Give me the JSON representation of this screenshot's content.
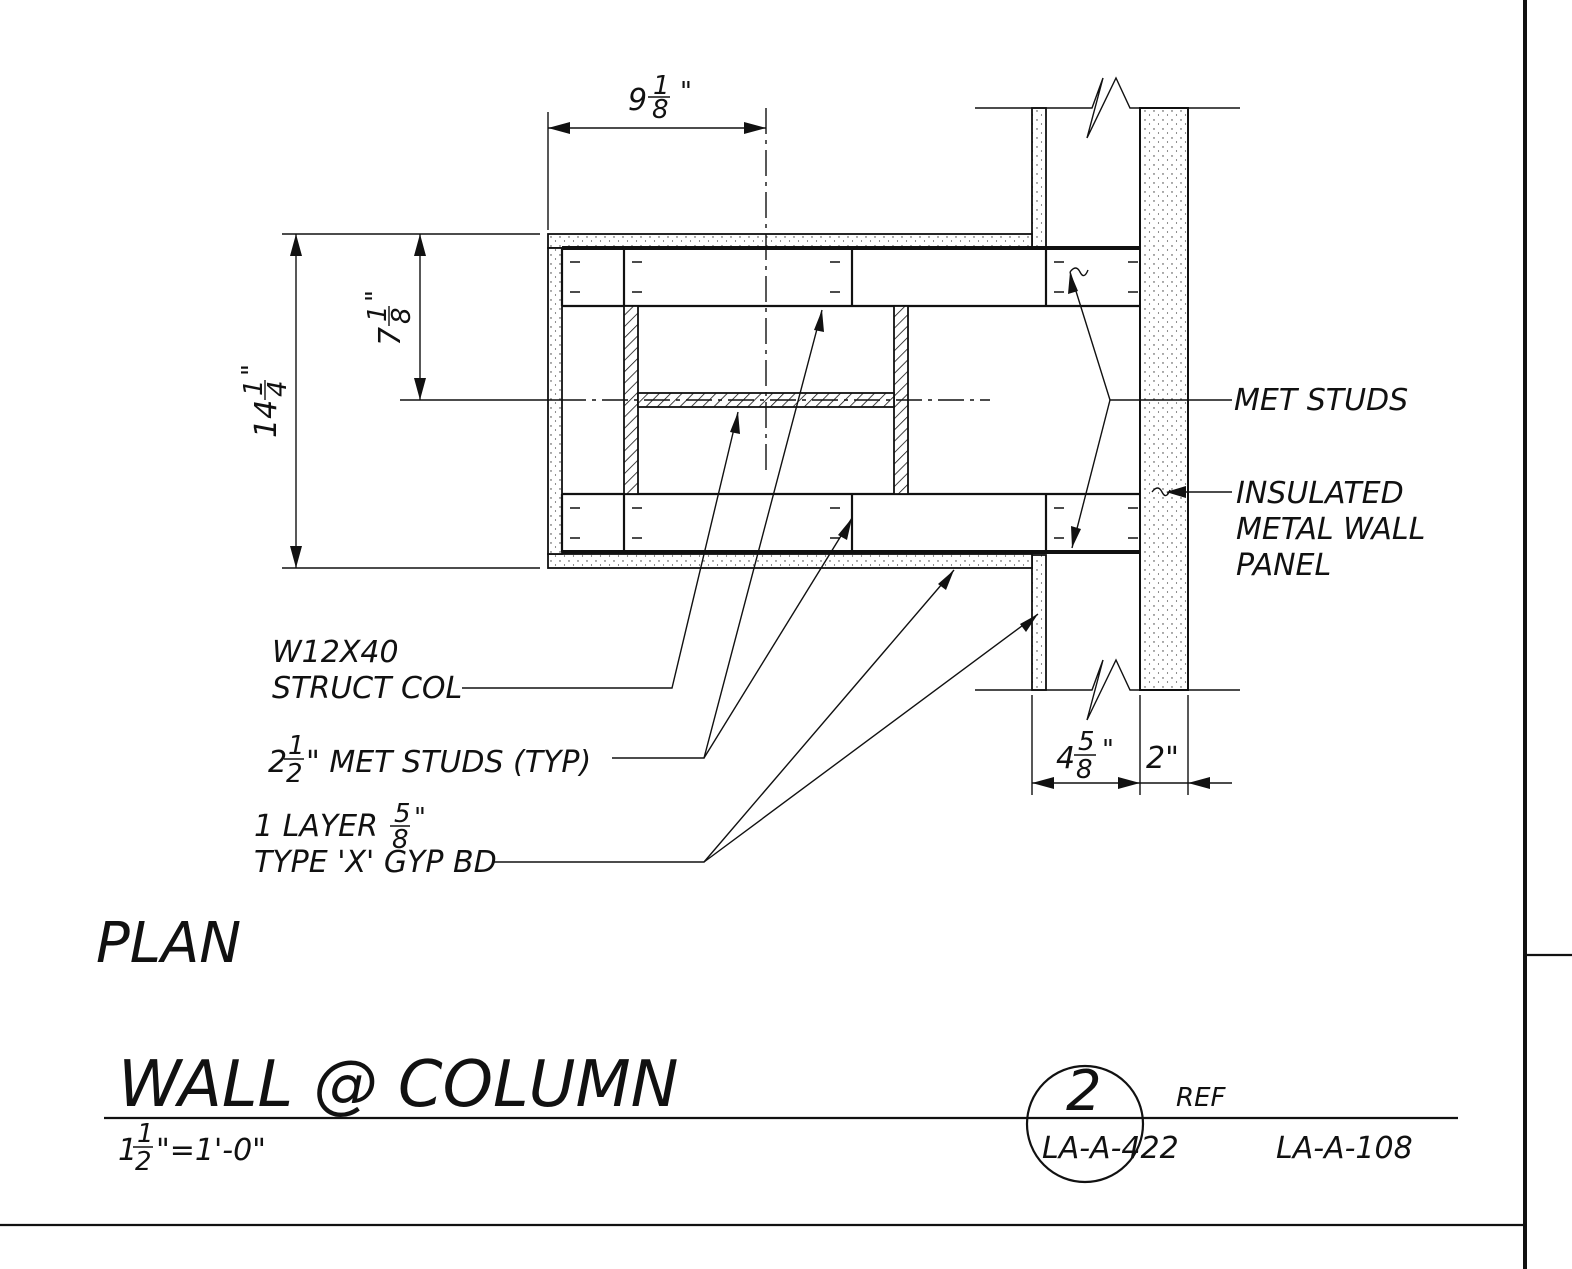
{
  "title": "WALL @ COLUMN",
  "view_label": "PLAN",
  "scale": {
    "whole": "1",
    "num": "1",
    "den": "2",
    "rest": "\"=1'-0\""
  },
  "callout": {
    "detail_number": "2",
    "sheet": "LA-A-422",
    "ref_label": "REF",
    "ref_sheet": "LA-A-108"
  },
  "labels": {
    "met_studs": "MET STUDS",
    "insulated_panel": [
      "INSULATED",
      "METAL WALL",
      "PANEL"
    ],
    "column": [
      "W12X40",
      "STRUCT COL"
    ],
    "studs_typ": {
      "whole": "2",
      "num": "1",
      "den": "2",
      "text": "\" MET STUDS (TYP)"
    },
    "gyp_line1": "1 LAYER",
    "gyp_fraction": {
      "num": "5",
      "den": "8",
      "unit": "\""
    },
    "gyp_line2": "TYPE 'X' GYP BD"
  },
  "dimensions": {
    "top_width": {
      "whole": "9",
      "num": "1",
      "den": "8",
      "unit": "\""
    },
    "total_height": {
      "whole": "14",
      "num": "1",
      "den": "4",
      "unit": "\""
    },
    "half_height": {
      "whole": "7",
      "num": "1",
      "den": "8",
      "unit": "\""
    },
    "cavity": {
      "whole": "4",
      "num": "5",
      "den": "8",
      "unit": "\""
    },
    "panel": "2\""
  }
}
